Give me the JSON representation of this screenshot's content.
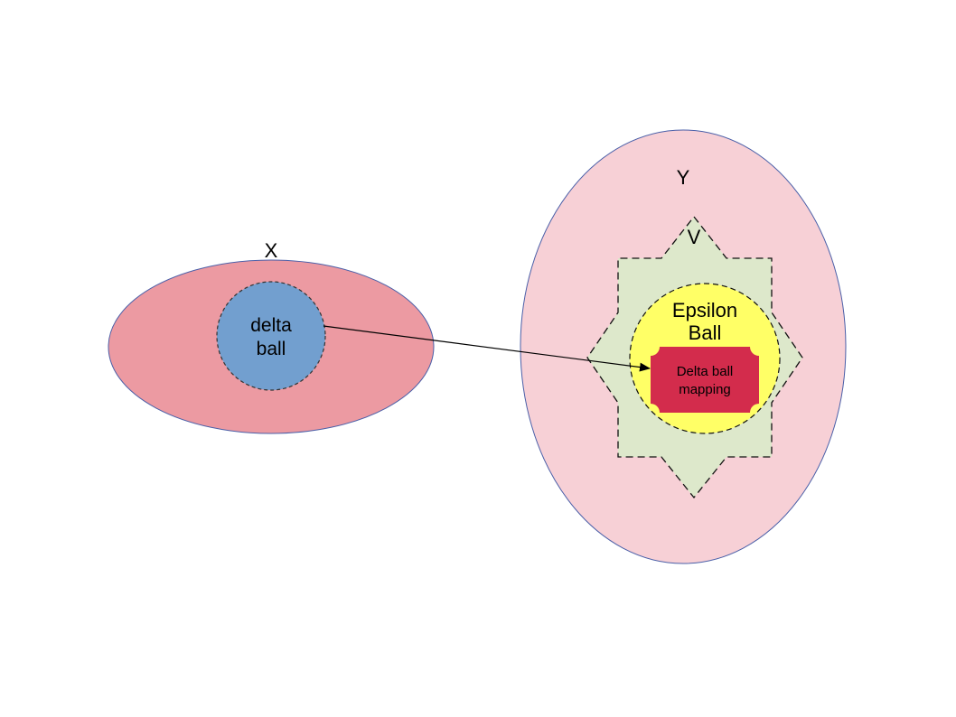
{
  "diagram": {
    "set_x": {
      "label": "X",
      "fill": "#ec9aa2",
      "stroke": "#4a5fa8"
    },
    "delta_ball": {
      "label_line1": "delta",
      "label_line2": "ball",
      "fill": "#729fcf",
      "stroke": "#333333"
    },
    "set_y": {
      "label": "Y",
      "fill": "#f7d0d6",
      "stroke": "#4a5fa8"
    },
    "set_v": {
      "label": "V",
      "fill": "#dde8cb",
      "stroke": "#111111"
    },
    "epsilon_ball": {
      "label_line1": "Epsilon",
      "label_line2": "Ball",
      "fill": "#ffff66",
      "stroke": "#111111"
    },
    "delta_ball_mapping": {
      "label_line1": "Delta ball",
      "label_line2": "mapping",
      "fill": "#d32c4c"
    },
    "arrow": {
      "color": "#000000"
    }
  }
}
